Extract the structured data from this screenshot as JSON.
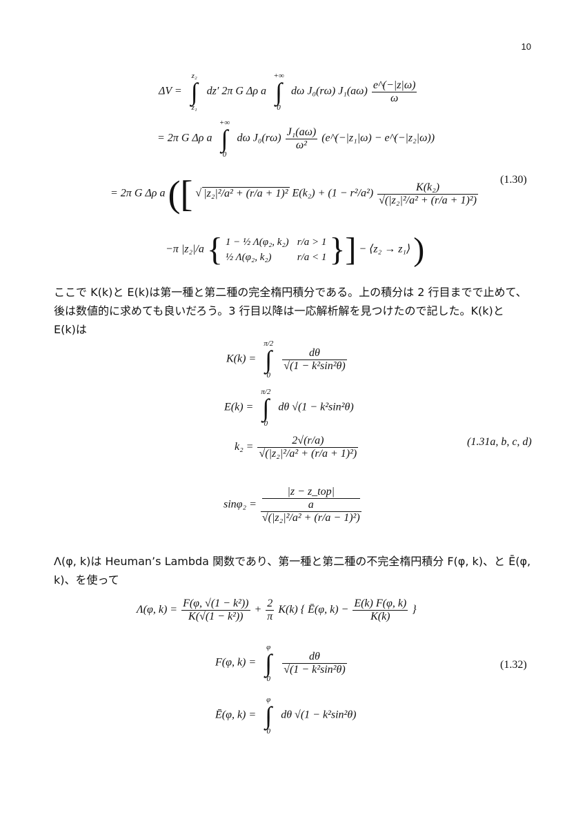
{
  "page": {
    "number": "10"
  },
  "eq1_30": {
    "line1": {
      "lhs": "ΔV =",
      "int1_upper": "z₂",
      "int1_lower": "z₁",
      "body1": "dz′ 2π G Δρ a",
      "int2_upper": "+∞",
      "int2_lower": "0",
      "body2": "dω J₀(rω) J₁(aω)",
      "frac_num": "e^(−|z|ω)",
      "frac_den": "ω"
    },
    "line2": {
      "lhs": "= 2π G Δρ a",
      "int_upper": "+∞",
      "int_lower": "0",
      "body": "dω J₀(rω)",
      "frac_num": "J₁(aω)",
      "frac_den": "ω²",
      "tail": "(e^(−|z₁|ω) − e^(−|z₂|ω))"
    },
    "line3": {
      "lhs": "= 2π G Δρ a",
      "sqrt_term": "|z₂|²/a² + (r/a + 1)²",
      "ek": "E(k₂) +",
      "factor": "(1 − r²/a²)",
      "frac_num": "K(k₂)",
      "frac_den": "√(|z₂|²/a² + (r/a + 1)²)"
    },
    "line4": {
      "prefix": "−π |z₂|/a",
      "case1_expr": "1 − ½ Λ(φ₂, k₂)",
      "case1_cond": "r/a > 1",
      "case2_expr": "½ Λ(φ₂, k₂)",
      "case2_cond": "r/a < 1",
      "suffix": "− ⟨z₂ → z₁⟩"
    },
    "number": "(1.30)"
  },
  "paragraph1": {
    "line1": "ここで K(k)と E(k)は第一種と第二種の完全楕円積分である。上の積分は 2 行目までで止めて、",
    "line2": "後は数値的に求めても良いだろう。3 行目以降は一応解析解を見つけたので記した。K(k)と",
    "line3": "E(k)は"
  },
  "eq1_31": {
    "K": {
      "lhs": "K(k) =",
      "upper": "π/2",
      "lower": "0",
      "num": "dθ",
      "den": "√(1 − k²sin²θ)"
    },
    "E": {
      "lhs": "E(k) =",
      "upper": "π/2",
      "lower": "0",
      "body": "dθ √(1 − k²sin²θ)"
    },
    "k2": {
      "lhs": "k₂ =",
      "num": "2√(r/a)",
      "den": "√(|z₂|²/a² + (r/a + 1)²)"
    },
    "sinphi": {
      "lhs": "sinφ₂ =",
      "num_top": "|z − z_top|",
      "num_bottom": "a",
      "den": "√(|z₂|²/a² + (r/a − 1)²)"
    },
    "number": "(1.31a, b, c, d)"
  },
  "paragraph2": {
    "line1": "Λ(φ, k)は Heuman’s Lambda 関数であり、第一種と第二種の不完全楕円積分 F(φ, k)、と Ē(φ,",
    "line2": "k)、を使って"
  },
  "eq1_32": {
    "lambda": {
      "lhs": "Λ(φ, k) =",
      "frac_num": "F(φ, √(1 − k²))",
      "frac_den": "K(√(1 − k²))",
      "plus": "+",
      "coef_num": "2",
      "coef_den": "π",
      "mid": "K(k) { Ē(φ, k) −",
      "inner_num": "E(k) F(φ, k)",
      "inner_den": "K(k)",
      "close": "}"
    },
    "F": {
      "lhs": "F(φ, k) =",
      "upper": "φ",
      "lower": "0",
      "num": "dθ",
      "den": "√(1 − k²sin²θ)"
    },
    "Ebar": {
      "lhs": "Ē(φ, k) =",
      "upper": "φ",
      "lower": "0",
      "body": "dθ √(1 − k²sin²θ)"
    },
    "number": "(1.32)"
  }
}
